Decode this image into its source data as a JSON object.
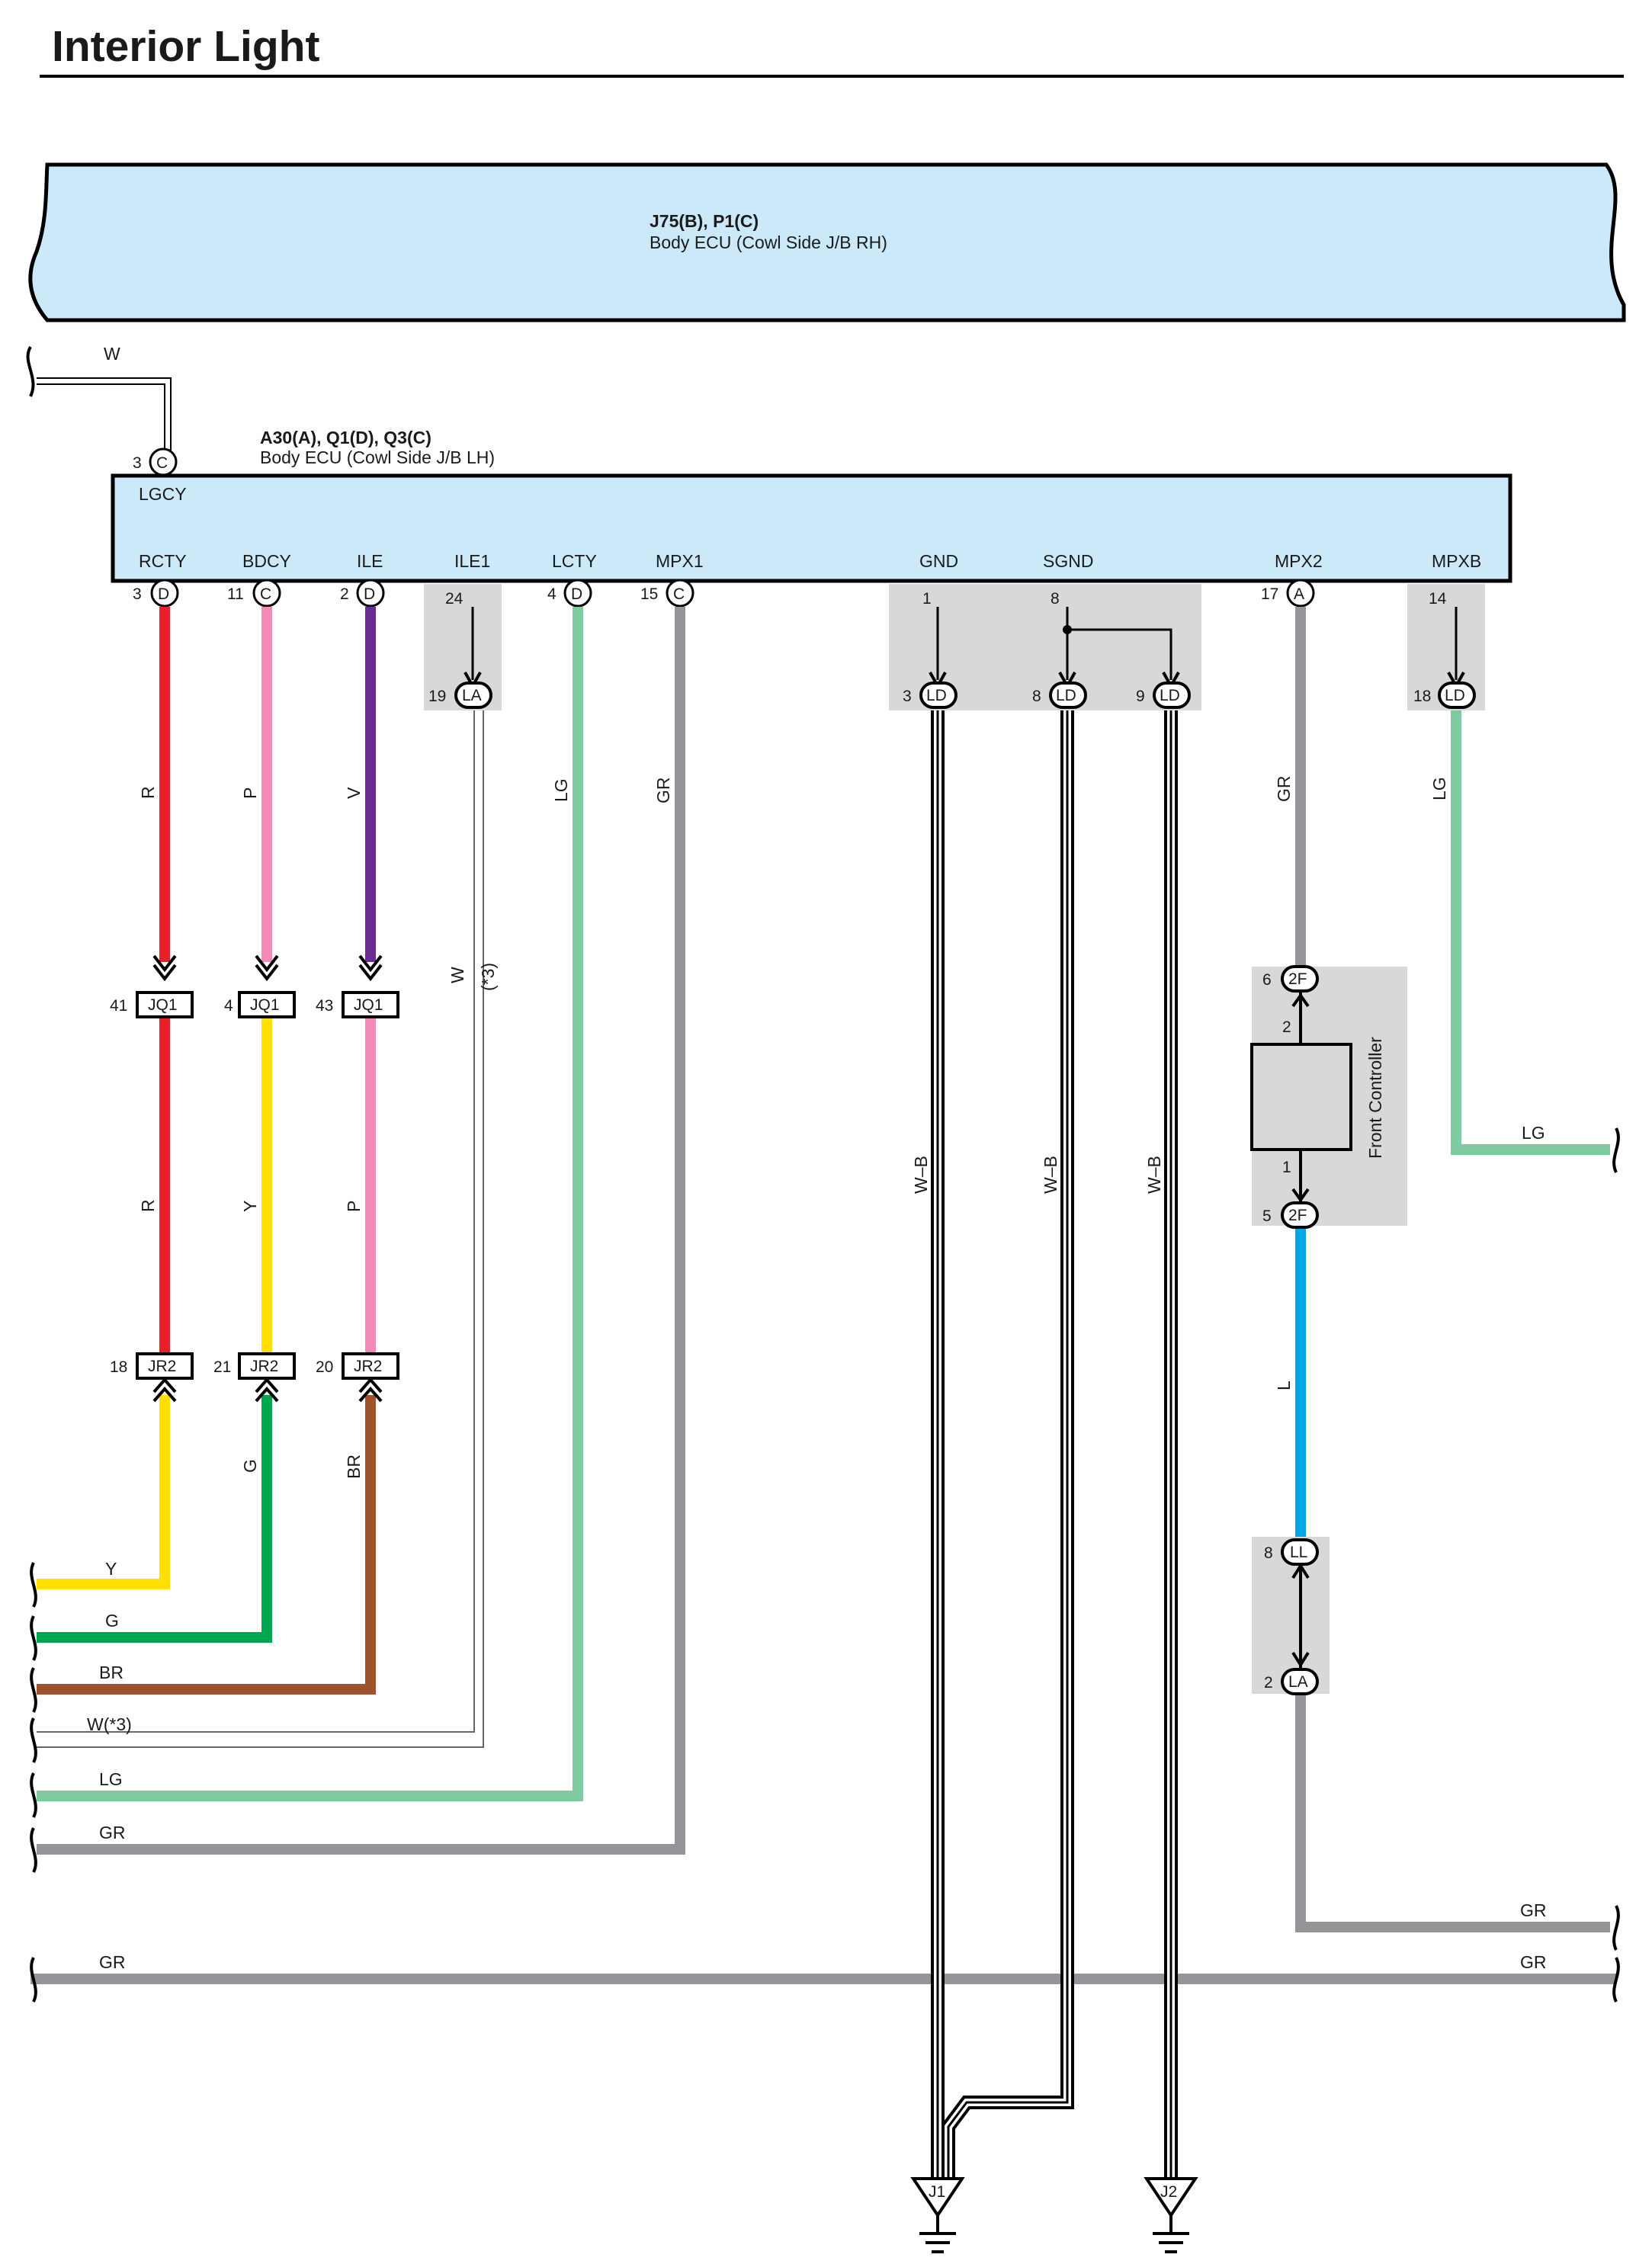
{
  "title": "Interior Light",
  "ecu_rh": {
    "code": "J75(B), P1(C)",
    "name": "Body ECU (Cowl Side J/B RH)"
  },
  "ecu_lh": {
    "code": "A30(A), Q1(D), Q3(C)",
    "name": "Body ECU (Cowl Side J/B LH)"
  },
  "lgcy": {
    "pin": "3",
    "conn": "C",
    "name": "LGCY",
    "wire": "W"
  },
  "terminals": [
    {
      "name": "RCTY",
      "pin": "3",
      "conn": "D"
    },
    {
      "name": "BDCY",
      "pin": "11",
      "conn": "C"
    },
    {
      "name": "ILE",
      "pin": "2",
      "conn": "D"
    },
    {
      "name": "ILE1",
      "pin": "24",
      "conn": ""
    },
    {
      "name": "LCTY",
      "pin": "4",
      "conn": "D"
    },
    {
      "name": "MPX1",
      "pin": "15",
      "conn": "C"
    },
    {
      "name": "GND",
      "pin": "1",
      "conn": ""
    },
    {
      "name": "SGND",
      "pin": "8",
      "conn": ""
    },
    {
      "name": "MPX2",
      "pin": "17",
      "conn": "A"
    },
    {
      "name": "MPXB",
      "pin": "14",
      "conn": ""
    }
  ],
  "inline_connectors": {
    "la_top": {
      "pin": "19",
      "conn": "LA"
    },
    "ld1": {
      "pin": "3",
      "conn": "LD"
    },
    "ld2": {
      "pin": "8",
      "conn": "LD"
    },
    "ld3": {
      "pin": "9",
      "conn": "LD"
    },
    "ld4": {
      "pin": "18",
      "conn": "LD"
    },
    "jq1": [
      {
        "pin": "41",
        "conn": "JQ1"
      },
      {
        "pin": "4",
        "conn": "JQ1"
      },
      {
        "pin": "43",
        "conn": "JQ1"
      }
    ],
    "jr2": [
      {
        "pin": "18",
        "conn": "JR2"
      },
      {
        "pin": "21",
        "conn": "JR2"
      },
      {
        "pin": "20",
        "conn": "JR2"
      }
    ],
    "fc_in": {
      "pin": "6",
      "conn": "2F"
    },
    "fc_out": {
      "pin": "5",
      "conn": "2F"
    },
    "ll": {
      "pin": "8",
      "conn": "LL"
    },
    "la_bottom": {
      "pin": "2",
      "conn": "LA"
    }
  },
  "front_controller": {
    "name": "Front Controller",
    "pin_top": "2",
    "pin_bottom": "1"
  },
  "wire_labels": {
    "rcty_upper": "R",
    "bdcy_upper": "P",
    "ile_upper": "V",
    "ile1_w": "W",
    "ile1_note": "(*3)",
    "lcty": "LG",
    "mpx1": "GR",
    "rcty_mid": "R",
    "bdcy_mid": "Y",
    "ile_mid": "P",
    "bdcy_low": "G",
    "ile_low": "BR",
    "gnd": "W–B",
    "sgnd": "W–B",
    "sgnd2": "W–B",
    "mpx2": "GR",
    "mpxb": "LG",
    "fc_out": "L"
  },
  "left_exits": [
    "Y",
    "G",
    "BR",
    "W(*3)",
    "LG",
    "GR"
  ],
  "right_exits": {
    "mpxb": "LG",
    "mpx2": "GR"
  },
  "bus": {
    "left": "GR",
    "right": "GR"
  },
  "grounds": [
    "J1",
    "J2"
  ],
  "colors": {
    "ecu_fill": "#cce9f9",
    "gray_box": "#d8d8d8",
    "R": "#e8202a",
    "P": "#f389b8",
    "V": "#6a2c91",
    "Y": "#ffe000",
    "G": "#00a650",
    "BR": "#a0522d",
    "LG": "#7fcba0",
    "GR": "#939598",
    "L": "#00a8e8"
  }
}
